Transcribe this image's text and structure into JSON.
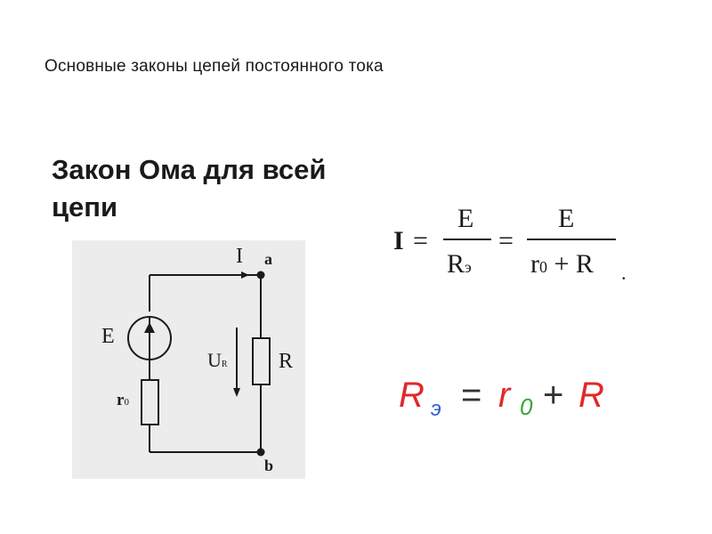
{
  "slide": {
    "title": "Основные законы цепей постоянного тока",
    "subtitle": "Закон Ома для всей цепи"
  },
  "circuit": {
    "labels": {
      "current": "I",
      "node_a": "a",
      "node_b": "b",
      "emf": "E",
      "voltage": "U",
      "voltage_sub": "R",
      "resistor": "R",
      "internal_resistance": "r",
      "internal_resistance_sub": "0"
    }
  },
  "formula_ohm": {
    "lhs": "I",
    "eq1": "=",
    "num1": "E",
    "den1_main": "R",
    "den1_sub": "э",
    "eq2": "=",
    "num2": "E",
    "den2_r": "r",
    "den2_sub": "0",
    "den2_plus": "+",
    "den2_R": "R",
    "trail": "."
  },
  "formula_equiv": {
    "lhs_main": "R",
    "lhs_sub": "э",
    "eq": "=",
    "r": "r",
    "r_sub": "0",
    "plus": "+",
    "R": "R"
  },
  "colors": {
    "text": "#1a1a1a",
    "formula_red": "#e0282a",
    "formula_blue": "#2f5fd0",
    "formula_green": "#3aa63a",
    "formula_gray": "#333333",
    "circuit_bg": "#ececec"
  }
}
